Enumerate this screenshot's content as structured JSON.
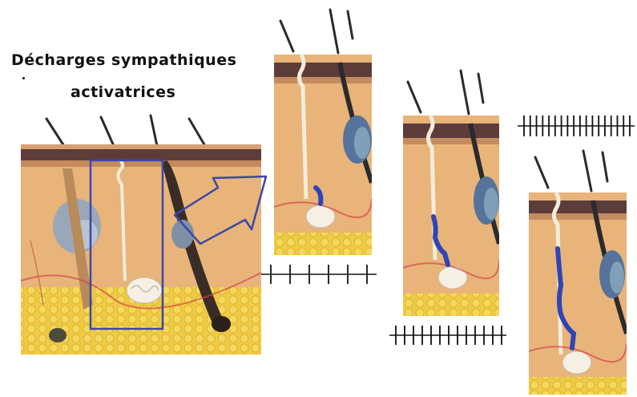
{
  "title": {
    "line1": "Décharges sympathiques",
    "line2": "activatrices"
  },
  "colors": {
    "skin": "#e8b47a",
    "epidermis": "#5c3d3a",
    "fat": "#f0cf4a",
    "duct": "#f3ecd9",
    "gland": "#f6efe4",
    "hair": "#2b2b2b",
    "frame": "#3b48a8",
    "contraction": "#2f45b5",
    "spike": "#111111"
  },
  "panels": [
    {
      "name": "skin-section-main"
    },
    {
      "name": "skin-section-1"
    },
    {
      "name": "skin-section-2"
    },
    {
      "name": "skin-section-3"
    }
  ],
  "spike_trains": [
    {
      "name": "spike-train-low",
      "spikes": 6
    },
    {
      "name": "spike-train-medium",
      "spikes": 13
    },
    {
      "name": "spike-train-high",
      "spikes": 18
    }
  ]
}
